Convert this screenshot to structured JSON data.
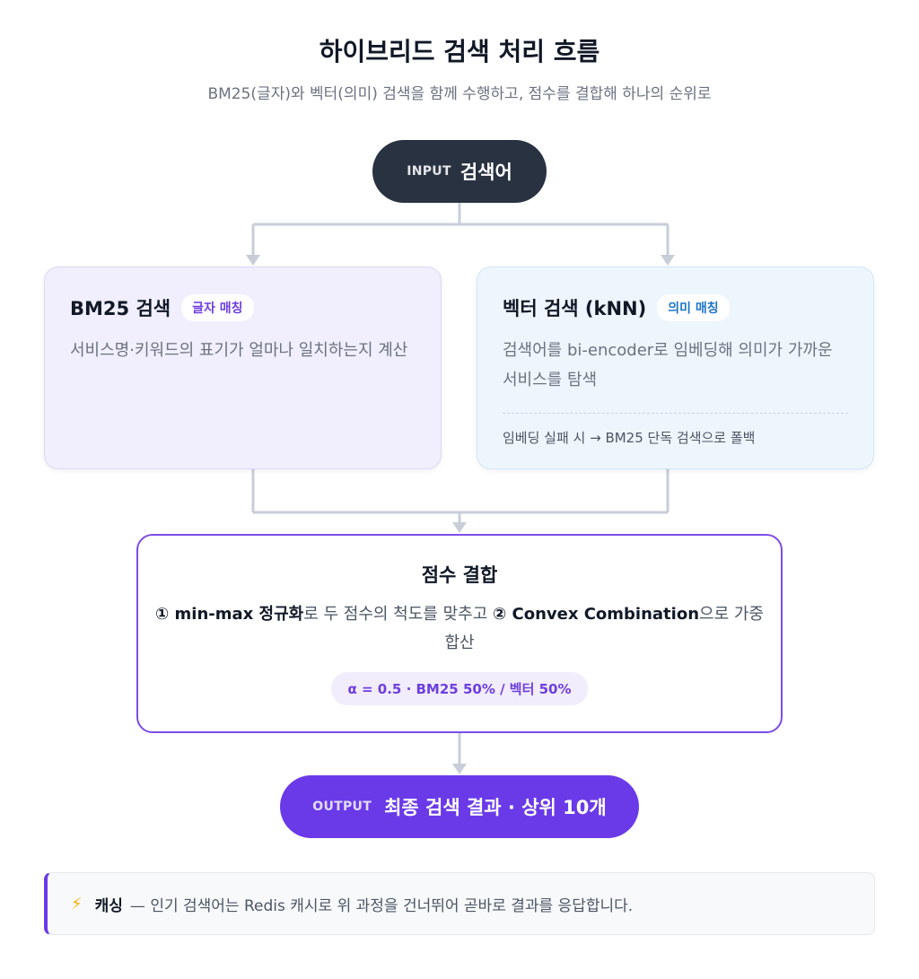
{
  "header": {
    "title": "하이브리드 검색 처리 흐름",
    "subtitle": "BM25(글자)와 벡터(의미) 검색을 함께 수행하고, 점수를 결합해 하나의 순위로"
  },
  "input_node": {
    "tag": "INPUT",
    "text": "검색어"
  },
  "bm25_card": {
    "title": "BM25 검색",
    "badge": "글자 매칭",
    "description": "서비스명·키워드의 표기가 얼마나 일치하는지 계산"
  },
  "vector_card": {
    "title": "벡터 검색 (kNN)",
    "badge": "의미 매칭",
    "description": "검색어를 bi-encoder로 임베딩해 의미가 가까운 서비스를 탐색",
    "note": "임베딩 실패 시 → BM25 단독 검색으로 폴백"
  },
  "combine_node": {
    "title": "점수 결합",
    "step1_label": "① min-max 정규화",
    "step1_suffix": "로 두 점수의 척도를 맞추고 ",
    "step2_label": "② Convex Combination",
    "step2_suffix": "으로 가중 합산",
    "alpha": "α = 0.5 · BM25 50% / 벡터 50%"
  },
  "output_node": {
    "tag": "OUTPUT",
    "text": "최종 검색 결과 · 상위 10개"
  },
  "cache_note": {
    "icon": "lightning-icon",
    "label": "캐싱",
    "text": " — 인기 검색어는 Redis 캐시로 위 과정을 건너뛰어 곧바로 결과를 응답합니다."
  },
  "colors": {
    "input_bg": "#293241",
    "accent_purple": "#6a3ae8",
    "bm25_bg": "#f1effd",
    "vector_bg": "#eef6fd",
    "connector": "#c7ced8"
  }
}
